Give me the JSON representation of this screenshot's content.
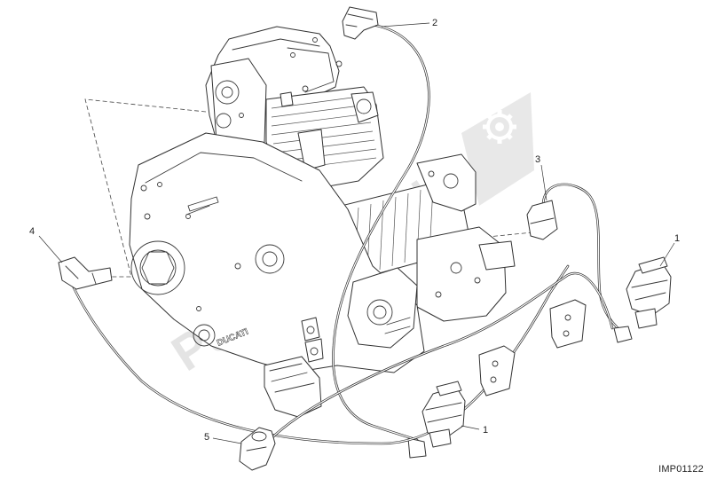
{
  "diagram": {
    "callouts": [
      {
        "id": "1",
        "label": "1"
      },
      {
        "id": "1b",
        "label": "1"
      },
      {
        "id": "2",
        "label": "2"
      },
      {
        "id": "3",
        "label": "3"
      },
      {
        "id": "4",
        "label": "4"
      },
      {
        "id": "5",
        "label": "5"
      }
    ],
    "engine_casting_text": "DUCATI",
    "image_code": "IMP01122"
  },
  "watermark": {
    "text": "PartsRepublik",
    "icon": "gear-icon"
  }
}
